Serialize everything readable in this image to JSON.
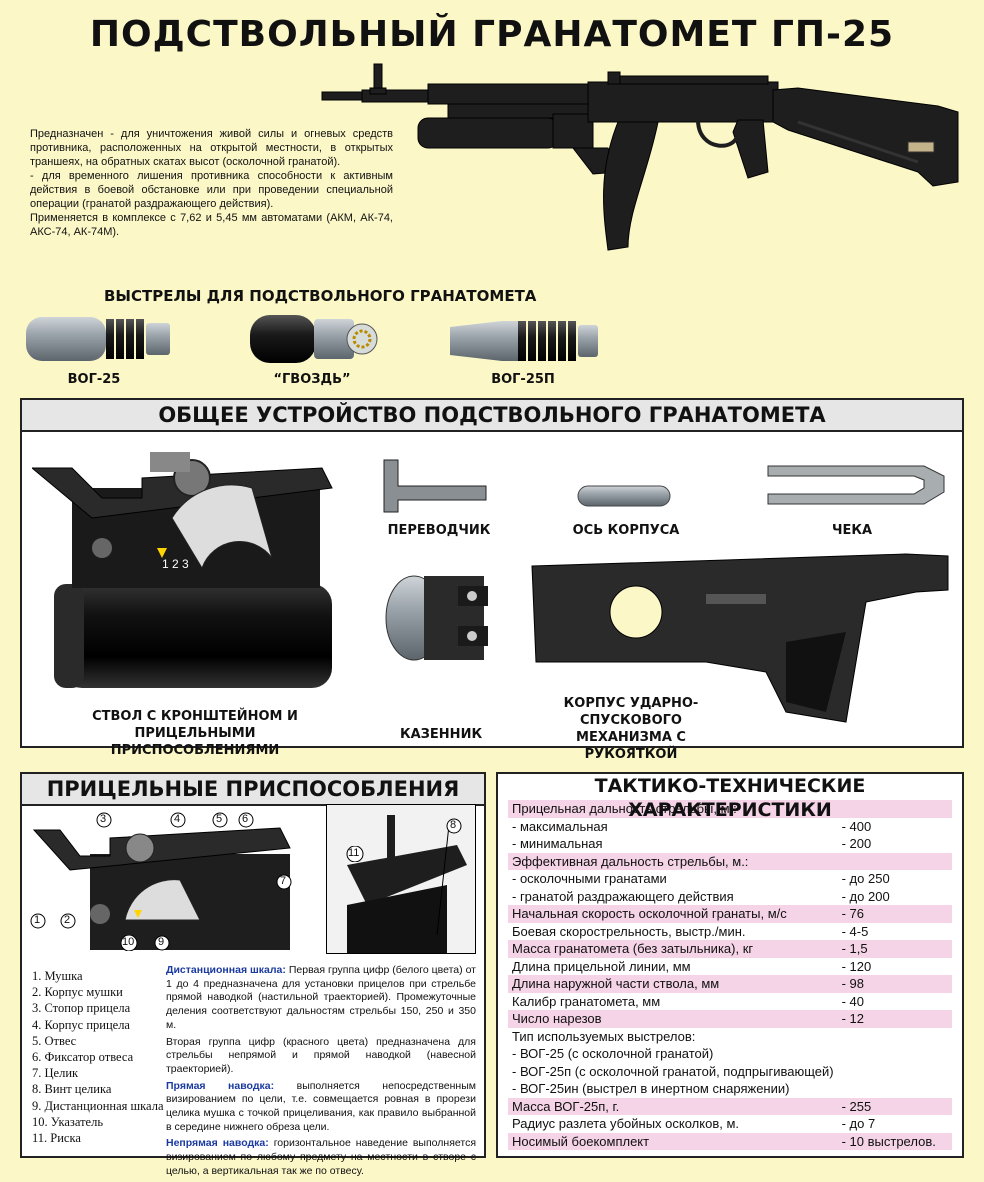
{
  "title": "ПОДСТВОЛЬНЫЙ ГРАНАТОМЕТ ГП-25",
  "intro": {
    "purpose": "Предназначен - для уничтожения живой силы и огневых средств противника, расположенных на открытой местности, в открытых траншеях, на обратных скатах высот (осколочной гранатой).",
    "purpose2": "- для временного лишения противника способности к активным действия в боевой обстановке или при проведении специальной операции (гранатой раздражающего действия).",
    "usage": "Применяется в комплексе с 7,62 и 5,45 мм автоматами (АКМ, АК-74, АКС-74, АК-74М)."
  },
  "ammo": {
    "heading": "ВЫСТРЕЛЫ ДЛЯ ПОДСТВОЛЬНОГО ГРАНАТОМЕТА",
    "items": [
      "ВОГ-25",
      "“ГВОЗДЬ”",
      "ВОГ-25П"
    ]
  },
  "device": {
    "heading": "ОБЩЕЕ УСТРОЙСТВО ПОДСТВОЛЬНОГО ГРАНАТОМЕТА",
    "barrel_label": "СТВОЛ С КРОНШТЕЙНОМ И ПРИЦЕЛЬНЫМИ ПРИСПОСОБЛЕНИЯМИ",
    "selector_label": "ПЕРЕВОДЧИК",
    "axle_label": "ОСЬ КОРПУСА",
    "pin_label": "ЧЕКА",
    "breech_label": "КАЗЕННИК",
    "body_label": "КОРПУС УДАРНО-СПУСКОВОГО МЕХАНИЗМА С РУКОЯТКОЙ",
    "scale_marks": "1 2 3"
  },
  "sights": {
    "heading": "ПРИЦЕЛЬНЫЕ ПРИСПОСОБЛЕНИЯ",
    "callouts": [
      "1",
      "2",
      "3",
      "4",
      "5",
      "6",
      "7",
      "8",
      "9",
      "10",
      "11"
    ],
    "legend": [
      "1.  Мушка",
      "2.  Корпус мушки",
      "3.  Стопор прицела",
      "4.  Корпус прицела",
      "5.  Отвес",
      "6.  Фиксатор отвеса",
      "7.  Целик",
      "8.  Винт целика",
      "9.  Дистанционная шкала",
      "10. Указатель",
      "11. Риска"
    ],
    "desc": {
      "p1_label": "Дистанционная шкала:",
      "p1": "Первая группа цифр (белого цвета) от 1 до 4 предназначена для установки прицелов при стрельбе прямой наводкой (настильной траекторией). Промежуточные деления соответствуют дальностям стрельбы 150, 250 и 350 м.",
      "p2": "Вторая группа цифр (красного цвета) предназначена для стрельбы непрямой и прямой наводкой (навесной траекторией).",
      "p3_label": "Прямая наводка:",
      "p3": "выполняется непосредственным визированием по цели, т.е. совмещается ровная в прорези целика мушка с точкой прицеливания, как правило выбранной в середине нижнего обреза цели.",
      "p4_label": "Непрямая наводка:",
      "p4": "горизонтальное наведение выполняется визированием по любому предмету на местности в створе с целью, а вертикальная так же по отвесу."
    }
  },
  "tth": {
    "heading": "ТАКТИКО-ТЕХНИЧЕСКИЕ ХАРАКТЕРИСТИКИ",
    "rows": [
      {
        "label": "Прицельная дальность стрельбы, м.:",
        "value": "",
        "pink": true
      },
      {
        "label": "- максимальная",
        "value": "- 400",
        "pink": false
      },
      {
        "label": "- минимальная",
        "value": "- 200",
        "pink": false
      },
      {
        "label": "Эффективная дальность стрельбы, м.:",
        "value": "",
        "pink": true
      },
      {
        "label": "- осколочными гранатами",
        "value": "- до 250",
        "pink": false
      },
      {
        "label": "- гранатой раздражающего действия",
        "value": "- до 200",
        "pink": false
      },
      {
        "label": "Начальная скорость осколочной гранаты, м/с",
        "value": "- 76",
        "pink": true
      },
      {
        "label": "Боевая скорострельность, выстр./мин.",
        "value": "- 4-5",
        "pink": false
      },
      {
        "label": "Масса гранатомета (без затыльника), кг",
        "value": "- 1,5",
        "pink": true
      },
      {
        "label": "Длина прицельной линии, мм",
        "value": "- 120",
        "pink": false
      },
      {
        "label": "Длина наружной части ствола, мм",
        "value": "- 98",
        "pink": true
      },
      {
        "label": "Калибр гранатомета, мм",
        "value": "- 40",
        "pink": false
      },
      {
        "label": "Число нарезов",
        "value": "- 12",
        "pink": true
      },
      {
        "label": "Тип используемых выстрелов:",
        "value": "",
        "pink": false
      },
      {
        "label": "- ВОГ-25 (с осколочной гранатой)",
        "value": "",
        "pink": false
      },
      {
        "label": "- ВОГ-25п (с осколочной гранатой, подпрыгивающей)",
        "value": "",
        "pink": false
      },
      {
        "label": "- ВОГ-25ин (выстрел в инертном снаряжении)",
        "value": "",
        "pink": false
      },
      {
        "label": "Масса ВОГ-25п, г.",
        "value": "- 255",
        "pink": true
      },
      {
        "label": "Радиус разлета убойных осколков, м.",
        "value": "- до 7",
        "pink": false
      },
      {
        "label": "Носимый боекомплект",
        "value": "- 10 выстрелов.",
        "pink": true
      }
    ]
  },
  "colors": {
    "background": "#fbf7c7",
    "panel_header": "#e6e6e6",
    "pink_row": "#f4d4e6",
    "metal_dark": "#1e1e1e",
    "accent_blue": "#1a3aa0"
  }
}
